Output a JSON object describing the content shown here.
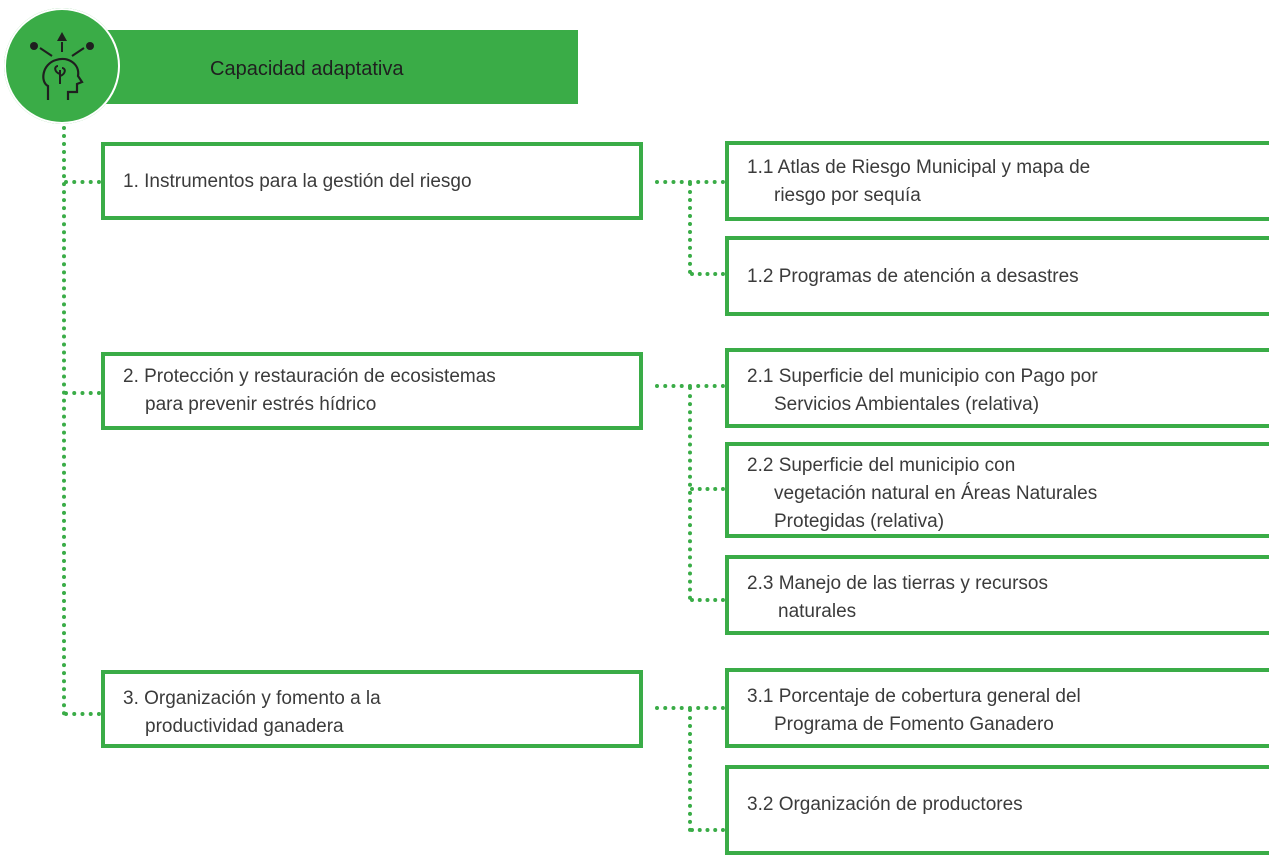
{
  "header": {
    "title": "Capacidad adaptativa",
    "icon": "head-with-plant-icon"
  },
  "colors": {
    "accent": "#3aac47",
    "text": "#3b3b3b"
  },
  "items": [
    {
      "label_lines": [
        "1. Instrumentos para la gestión del riesgo"
      ],
      "children": [
        {
          "label_lines": [
            "1.1 Atlas de Riesgo Municipal y mapa de",
            "riesgo por sequía"
          ]
        },
        {
          "label_lines": [
            "1.2 Programas de atención a desastres"
          ]
        }
      ]
    },
    {
      "label_lines": [
        "2. Protección y restauración de ecosistemas",
        "para prevenir estrés hídrico"
      ],
      "children": [
        {
          "label_lines": [
            "2.1 Superficie del municipio con Pago por",
            "Servicios Ambientales (relativa)"
          ]
        },
        {
          "label_lines": [
            "2.2 Superficie del municipio con",
            "vegetación natural en Áreas Naturales",
            "Protegidas (relativa)"
          ]
        },
        {
          "label_lines": [
            "2.3 Manejo de las tierras y recursos",
            "naturales"
          ]
        }
      ]
    },
    {
      "label_lines": [
        "3. Organización y fomento a la",
        "productividad ganadera"
      ],
      "children": [
        {
          "label_lines": [
            "3.1 Porcentaje de cobertura general del",
            "Programa de Fomento Ganadero"
          ]
        },
        {
          "label_lines": [
            "3.2 Organización de productores"
          ]
        }
      ]
    }
  ]
}
